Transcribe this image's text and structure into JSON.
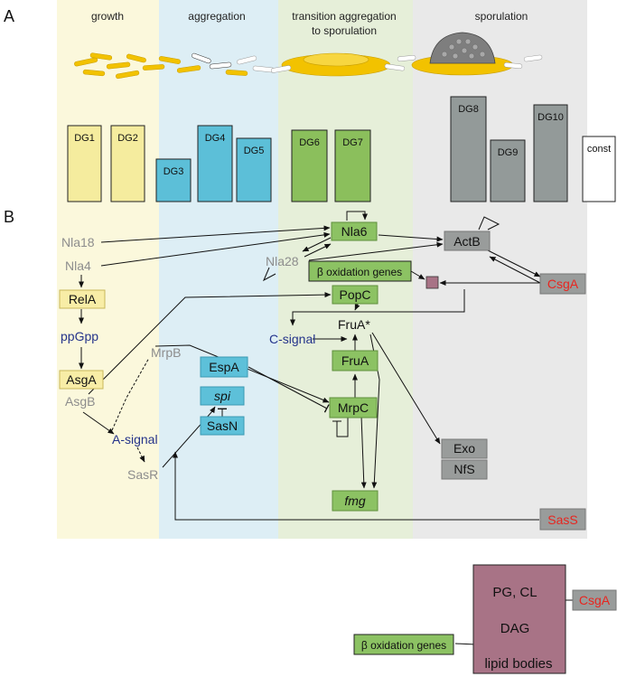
{
  "panel_labels": {
    "a": "A",
    "b": "B"
  },
  "phases": {
    "growth": "growth",
    "aggregation": "aggregation",
    "transition_line1": "transition aggregation",
    "transition_line2": "to sporulation",
    "sporulation": "sporulation"
  },
  "colors": {
    "growth_bg": "#fbf8dc",
    "aggregation_bg": "#ddeef5",
    "transition_bg": "#e6efd9",
    "sporulation_bg": "#e9e9e9",
    "dg_yellow": "#f5ec9e",
    "dg_blue": "#5cbfd8",
    "dg_green": "#8bbf5c",
    "dg_gray": "#939a99",
    "box_yellow": "#f8eda6",
    "box_blue": "#5dc0d9",
    "box_green": "#8cc263",
    "box_gray": "#999c9b",
    "csg_red": "#e8251f",
    "signal_blue": "#24338a",
    "gene_gray": "#8d8d8d",
    "lipid_box": "#a87386"
  },
  "dg_groups": [
    "DG1",
    "DG2",
    "DG3",
    "DG4",
    "DG5",
    "DG6",
    "DG7",
    "DG8",
    "DG9",
    "DG10",
    "const"
  ],
  "nodes": {
    "nla18": "Nla18",
    "nla4": "Nla4",
    "rela": "RelA",
    "ppgpp": "ppGpp",
    "asga": "AsgA",
    "asgb": "AsgB",
    "mrpb": "MrpB",
    "a_signal": "A-signal",
    "sasr": "SasR",
    "espa": "EspA",
    "spi": "spi",
    "sasn": "SasN",
    "nla6": "Nla6",
    "nla28": "Nla28",
    "beta_ox": "β oxidation genes",
    "popc": "PopC",
    "c_signal": "C-signal",
    "frua_star": "FruA*",
    "frua": "FruA",
    "mrpc": "MrpC",
    "fmg": "fmg",
    "actb": "ActB",
    "csga": "CsgA",
    "exo": "Exo",
    "nfs": "NfS",
    "sass": "SasS"
  },
  "lipid": {
    "pg_cl": "PG, CL",
    "dag": "DAG",
    "lipid_bodies": "lipid bodies",
    "csga": "CsgA",
    "beta_ox": "β oxidation genes"
  }
}
